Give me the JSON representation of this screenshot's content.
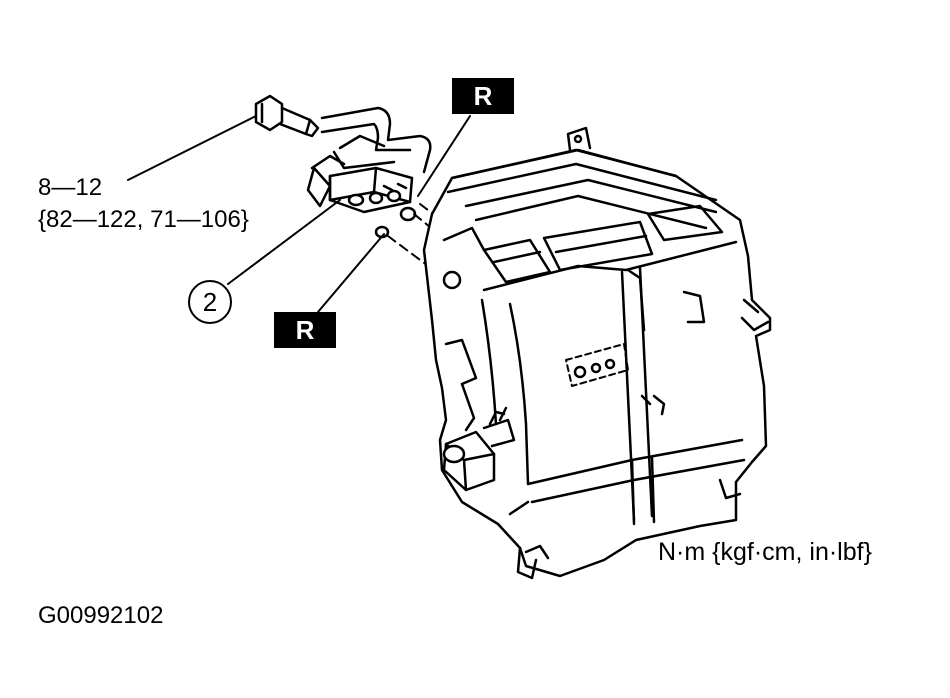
{
  "labels": {
    "torque": "8—12",
    "torque_alt": "{82—122, 71—106}",
    "units": "N·m {kgf·cm, in·lbf}",
    "figure_id": "G00992102"
  },
  "callouts": {
    "part2": "2"
  },
  "badges": {
    "replace_top": "R",
    "replace_bottom": "R"
  }
}
